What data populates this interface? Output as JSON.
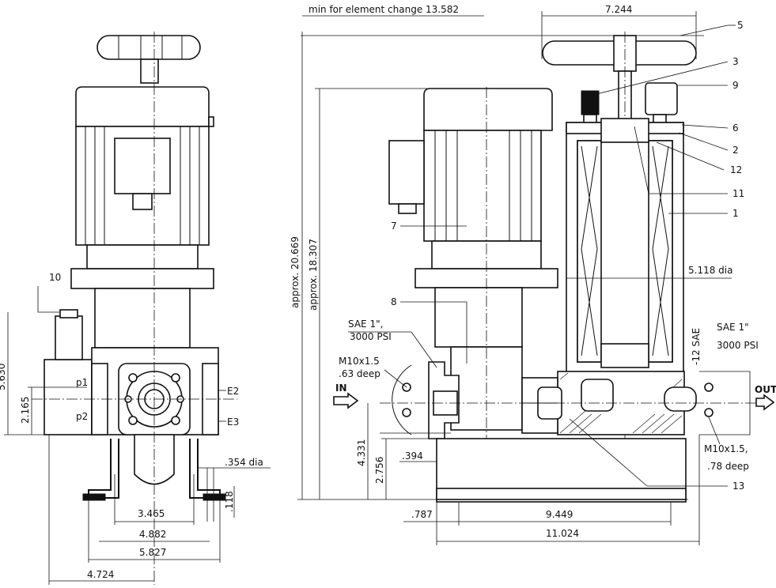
{
  "dimensions": {
    "top_min": "min for element change 13.582",
    "top_width": "7.244",
    "height_total": "approx. 20.669",
    "height_body": "approx. 18.307",
    "inlet_height": "4.331",
    "base_height": "2.756",
    "inlet_offset": ".394",
    "left_offset": ".787",
    "mount_spacing": "9.449",
    "overall_length": "11.024",
    "element_dia": "5.118 dia",
    "side_left_height": "5.630",
    "side_port_height": "2.165",
    "mount_hole": ".354 dia",
    "plate_thick": ".118",
    "foot_3465": "3.465",
    "foot_4882": "4.882",
    "foot_5827": "5.827",
    "foot_4724": "4.724"
  },
  "ports": {
    "sae_in_1": "SAE 1\",",
    "sae_in_2": "3000 PSI",
    "m10_in_1": "M10x1.5",
    "m10_in_2": ".63 deep",
    "sae_out_1": "SAE 1\"",
    "sae_out_2": "3000 PSI",
    "sae_vert": "-12 SAE",
    "m10_out_1": "M10x1.5,",
    "m10_out_2": ".78 deep",
    "in_label": "IN",
    "out_label": "OUT",
    "p1": "p1",
    "p2": "p2",
    "e2": "E2",
    "e3": "E3"
  },
  "callouts": [
    "5",
    "3",
    "9",
    "6",
    "2",
    "12",
    "11",
    "1",
    "7",
    "8",
    "13",
    "10"
  ]
}
